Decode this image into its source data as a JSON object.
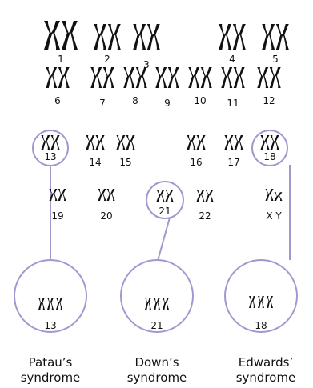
{
  "karyotype": {
    "pairs": [
      {
        "label": "1",
        "size": "xl"
      },
      {
        "label": "2",
        "size": "l"
      },
      {
        "label": "3",
        "size": "l"
      },
      {
        "label": "4",
        "size": "l"
      },
      {
        "label": "5",
        "size": "l"
      },
      {
        "label": "6",
        "size": "m"
      },
      {
        "label": "7",
        "size": "m"
      },
      {
        "label": "8",
        "size": "m"
      },
      {
        "label": "9",
        "size": "m"
      },
      {
        "label": "10",
        "size": "m"
      },
      {
        "label": "11",
        "size": "m"
      },
      {
        "label": "12",
        "size": "m"
      },
      {
        "label": "13",
        "size": "s"
      },
      {
        "label": "14",
        "size": "s"
      },
      {
        "label": "15",
        "size": "s"
      },
      {
        "label": "16",
        "size": "s"
      },
      {
        "label": "17",
        "size": "s"
      },
      {
        "label": "18",
        "size": "s"
      },
      {
        "label": "19",
        "size": "xs"
      },
      {
        "label": "20",
        "size": "xs"
      },
      {
        "label": "21",
        "size": "xs"
      },
      {
        "label": "22",
        "size": "xs"
      },
      {
        "label": "X Y",
        "size": "xs"
      }
    ],
    "highlighted": [
      "13",
      "21",
      "18"
    ]
  },
  "syndromes": [
    {
      "chromosome": "13",
      "name_line1": "Patau’s",
      "name_line2": "syndrome"
    },
    {
      "chromosome": "21",
      "name_line1": "Down’s",
      "name_line2": "syndrome"
    },
    {
      "chromosome": "18",
      "name_line1": "Edwards’",
      "name_line2": "syndrome"
    }
  ],
  "colors": {
    "ring": "#9d9ad0",
    "chromosome": "#111111"
  }
}
